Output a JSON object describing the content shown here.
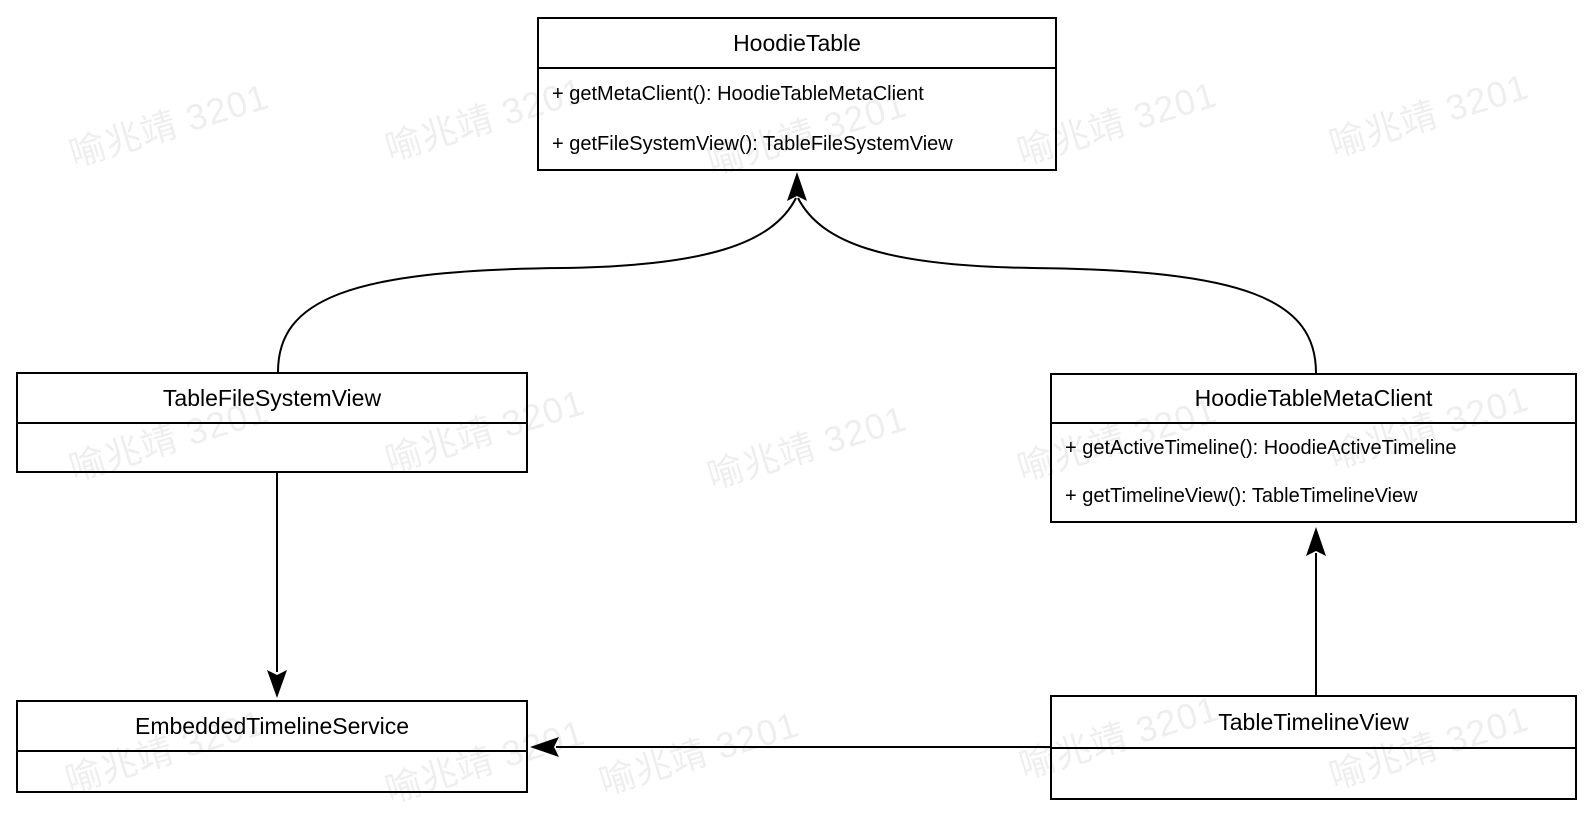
{
  "diagram": {
    "background": "#ffffff",
    "line_color": "#000000",
    "text_color": "#000000",
    "watermark": {
      "text": "喻兆靖 3201",
      "color": "#ebebeb"
    },
    "classes": [
      {
        "id": "HoodieTable",
        "title": "HoodieTable",
        "methods": [
          "+ getMetaClient(): HoodieTableMetaClient",
          "+ getFileSystemView(): TableFileSystemView"
        ]
      },
      {
        "id": "TableFileSystemView",
        "title": "TableFileSystemView",
        "methods": []
      },
      {
        "id": "HoodieTableMetaClient",
        "title": "HoodieTableMetaClient",
        "methods": [
          "+ getActiveTimeline(): HoodieActiveTimeline",
          "+ getTimelineView(): TableTimelineView"
        ]
      },
      {
        "id": "EmbeddedTimelineService",
        "title": "EmbeddedTimelineService",
        "methods": []
      },
      {
        "id": "TableTimelineView",
        "title": "TableTimelineView",
        "methods": []
      }
    ],
    "relations": [
      {
        "from": "TableFileSystemView",
        "to": "HoodieTable",
        "style": "curved-arrow"
      },
      {
        "from": "HoodieTableMetaClient",
        "to": "HoodieTable",
        "style": "curved-arrow"
      },
      {
        "from": "TableFileSystemView",
        "to": "EmbeddedTimelineService",
        "style": "straight-arrow"
      },
      {
        "from": "TableTimelineView",
        "to": "HoodieTableMetaClient",
        "style": "straight-arrow"
      },
      {
        "from": "TableTimelineView",
        "to": "EmbeddedTimelineService",
        "style": "straight-arrow"
      }
    ]
  }
}
